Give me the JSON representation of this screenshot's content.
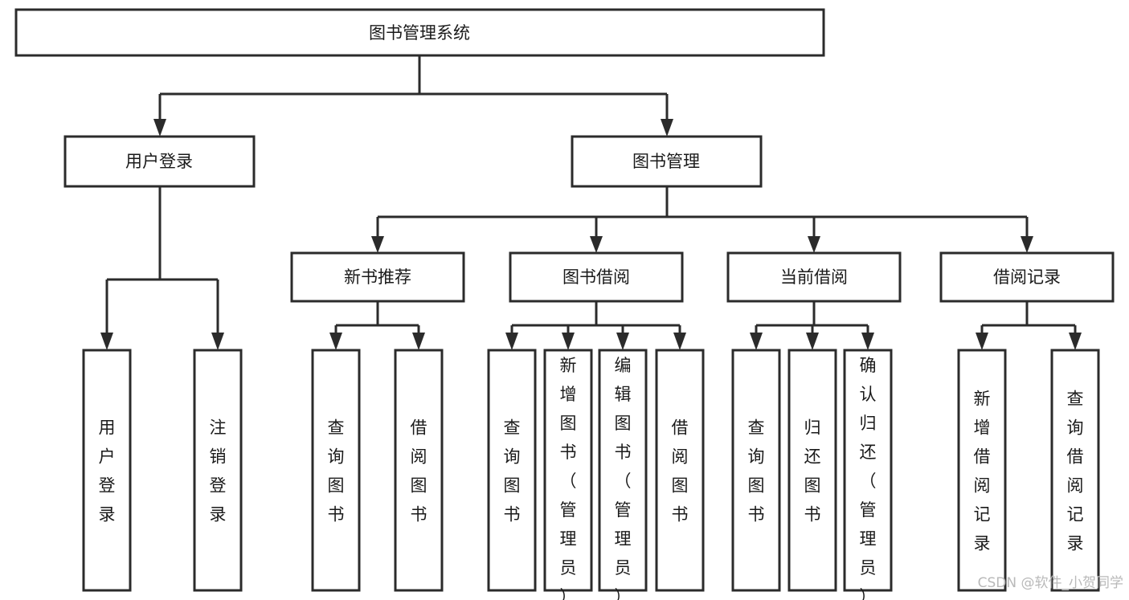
{
  "diagram": {
    "type": "hierarchy-tree",
    "title": "图书管理系统",
    "orientation": "top-down",
    "colors": {
      "background": "#ffffff",
      "box_stroke": "#2b2b2b",
      "box_fill": "#ffffff",
      "connector": "#2b2b2b",
      "text": "#1a1a1a",
      "watermark": "#b9b9b9"
    },
    "root": {
      "id": "root",
      "label": "图书管理系统"
    },
    "level2": [
      {
        "id": "user-login",
        "label": "用户登录"
      },
      {
        "id": "book-manage",
        "label": "图书管理"
      }
    ],
    "level3": [
      {
        "id": "new-book-rec",
        "label": "新书推荐",
        "parent": "book-manage"
      },
      {
        "id": "book-borrow",
        "label": "图书借阅",
        "parent": "book-manage"
      },
      {
        "id": "current-borrow",
        "label": "当前借阅",
        "parent": "book-manage"
      },
      {
        "id": "borrow-record",
        "label": "借阅记录",
        "parent": "book-manage"
      }
    ],
    "leaves": [
      {
        "id": "leaf-user-login",
        "label": "用户登录",
        "parent": "user-login"
      },
      {
        "id": "leaf-user-logout",
        "label": "注销登录",
        "parent": "user-login"
      },
      {
        "id": "leaf-query-book-1",
        "label": "查询图书",
        "parent": "new-book-rec"
      },
      {
        "id": "leaf-borrow-book-1",
        "label": "借阅图书",
        "parent": "new-book-rec"
      },
      {
        "id": "leaf-query-book-2",
        "label": "查询图书",
        "parent": "book-borrow"
      },
      {
        "id": "leaf-add-book",
        "label": "新增图书（管理员）",
        "parent": "book-borrow"
      },
      {
        "id": "leaf-edit-book",
        "label": "编辑图书（管理员）",
        "parent": "book-borrow"
      },
      {
        "id": "leaf-borrow-book-2",
        "label": "借阅图书",
        "parent": "book-borrow"
      },
      {
        "id": "leaf-query-book-3",
        "label": "查询图书",
        "parent": "current-borrow"
      },
      {
        "id": "leaf-return-book",
        "label": "归还图书",
        "parent": "current-borrow"
      },
      {
        "id": "leaf-confirm-return",
        "label": "确认归还（管理员）",
        "parent": "current-borrow"
      },
      {
        "id": "leaf-add-record",
        "label": "新增借阅记录",
        "parent": "borrow-record"
      },
      {
        "id": "leaf-query-record",
        "label": "查询借阅记录",
        "parent": "borrow-record"
      }
    ]
  },
  "watermark": {
    "text": "CSDN @软件_小贺同学"
  }
}
